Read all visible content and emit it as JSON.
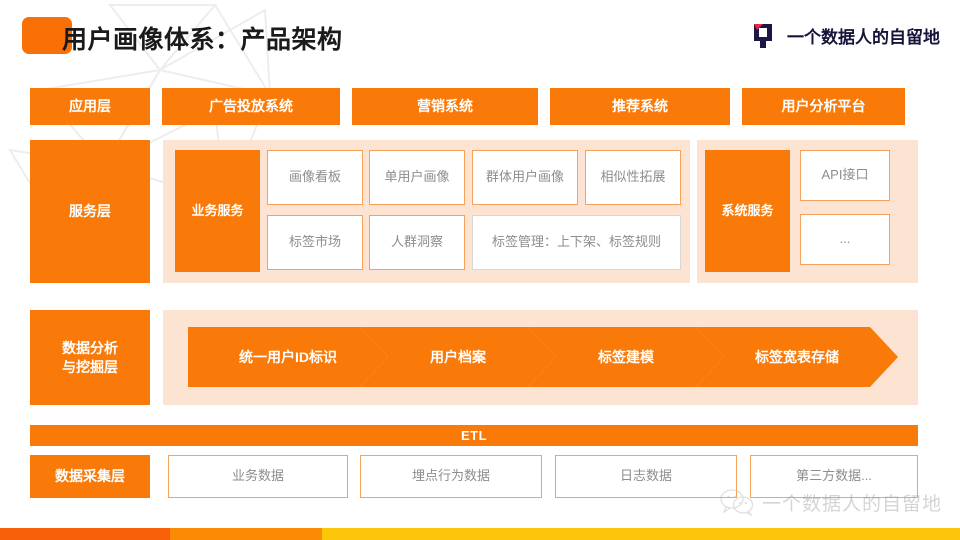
{
  "header": {
    "title": "用户画像体系：产品架构",
    "accent_color": "#F97007",
    "brand_name": "一个数据人的自留地",
    "brand_logo_icon": "q-logo-icon"
  },
  "palette": {
    "orange": "#F97A08",
    "peach_panel": "#FDE3D2",
    "card_border": "#F5A35A",
    "card_text": "#8D8D8D",
    "strip_dark_orange": "#F8600A",
    "strip_orange": "#FB8B05",
    "strip_yellow": "#FCC70A"
  },
  "layers": {
    "application": {
      "label": "应用层",
      "systems": [
        "广告投放系统",
        "营销系统",
        "推荐系统",
        "用户分析平台"
      ]
    },
    "service": {
      "label": "服务层",
      "business_group": {
        "label": "业务服务",
        "row1": [
          "画像看板",
          "单用户画像",
          "群体用户画像",
          "相似性拓展"
        ],
        "row2": [
          "标签市场",
          "人群洞察",
          "标签管理：上下架、标签规则"
        ]
      },
      "system_group": {
        "label": "系统服务",
        "items": [
          "API接口",
          "..."
        ]
      }
    },
    "analysis": {
      "label": "数据分析\n与挖掘层",
      "label_line1": "数据分析",
      "label_line2": "与挖掘层",
      "pipeline": [
        "统一用户ID标识",
        "用户档案",
        "标签建模",
        "标签宽表存储"
      ]
    },
    "etl": {
      "label": "ETL"
    },
    "collection": {
      "label": "数据采集层",
      "sources": [
        "业务数据",
        "埋点行为数据",
        "日志数据",
        "第三方数据..."
      ]
    }
  },
  "watermark": {
    "text": "一个数据人的自留地",
    "icon": "wechat-icon"
  }
}
